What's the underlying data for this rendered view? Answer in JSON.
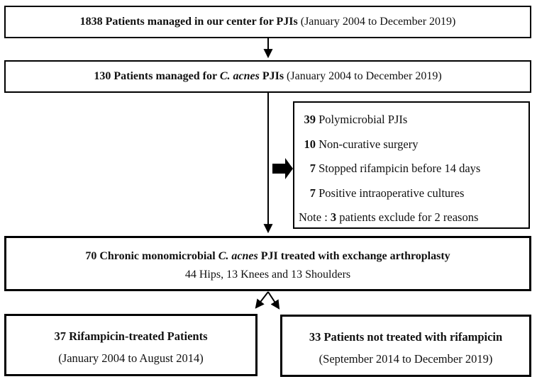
{
  "page": {
    "background_color": "#ffffff",
    "border_color": "#000000",
    "text_color": "#111111"
  },
  "flow": {
    "box_total": {
      "bold": "1838 Patients managed in our center for PJIs",
      "regular": " (January 2004 to December 2019)"
    },
    "box_cacnes": {
      "bold_pre": "130 Patients managed for ",
      "italic": "C. acnes",
      "bold_post": " PJIs",
      "regular": " (January 2004 to December 2019)"
    },
    "exclusions": {
      "items": [
        {
          "num": "39",
          "text": " Polymicrobial PJIs"
        },
        {
          "num": "10",
          "text": " Non-curative surgery"
        },
        {
          "num": "7",
          "text": " Stopped rifampicin before 14 days"
        },
        {
          "num": "7",
          "text": " Positive intraoperative cultures"
        }
      ],
      "note_pre": "Note : ",
      "note_bold": "3",
      "note_post": " patients exclude for 2 reasons"
    },
    "box_chronic": {
      "bold_pre": "70 Chronic monomicrobial ",
      "italic": "C. acnes",
      "bold_post": " PJI treated with exchange arthroplasty",
      "line2": "44 Hips, 13 Knees and 13 Shoulders"
    },
    "box_rifampicin": {
      "bold": "37 Rifampicin-treated Patients",
      "regular": "(January 2004 to August 2014)"
    },
    "box_no_rifampicin": {
      "bold": "33 Patients not treated with rifampicin",
      "regular": "(September 2014 to December 2019)"
    }
  }
}
